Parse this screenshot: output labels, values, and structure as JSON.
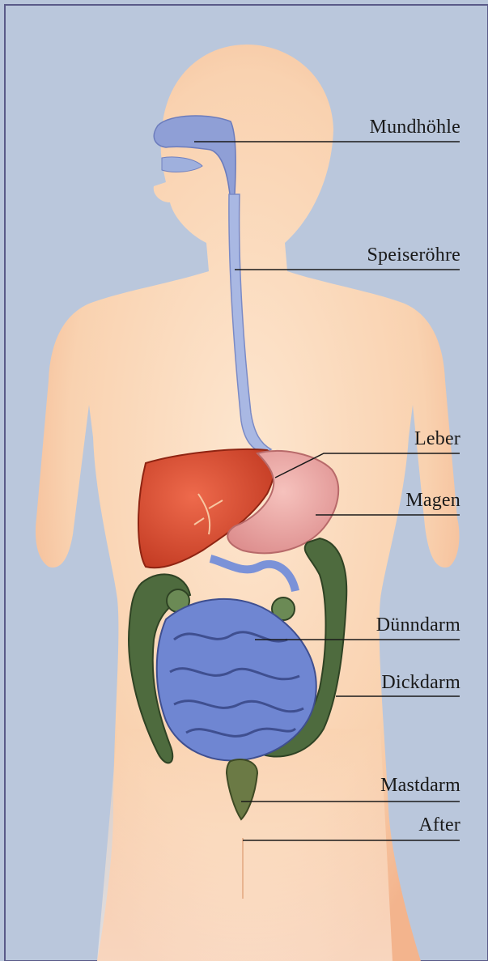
{
  "labels": {
    "mundhoehle": "Mundhöhle",
    "speiseroehre": "Speiseröhre",
    "leber": "Leber",
    "magen": "Magen",
    "duenndarm": "Dünndarm",
    "dickdarm": "Dickdarm",
    "mastdarm": "Mastdarm",
    "after": "After"
  },
  "colors": {
    "background": "#b9c6db",
    "skin": "#f6c8a0",
    "skin_light": "#fbe2c8",
    "oral_esophagus": "#8f9fd6",
    "liver": "#d9452e",
    "stomach": "#eaa3a3",
    "small_intestine": "#6f86d2",
    "large_intestine": "#4e6b3e",
    "rectum": "#6b7a45"
  }
}
